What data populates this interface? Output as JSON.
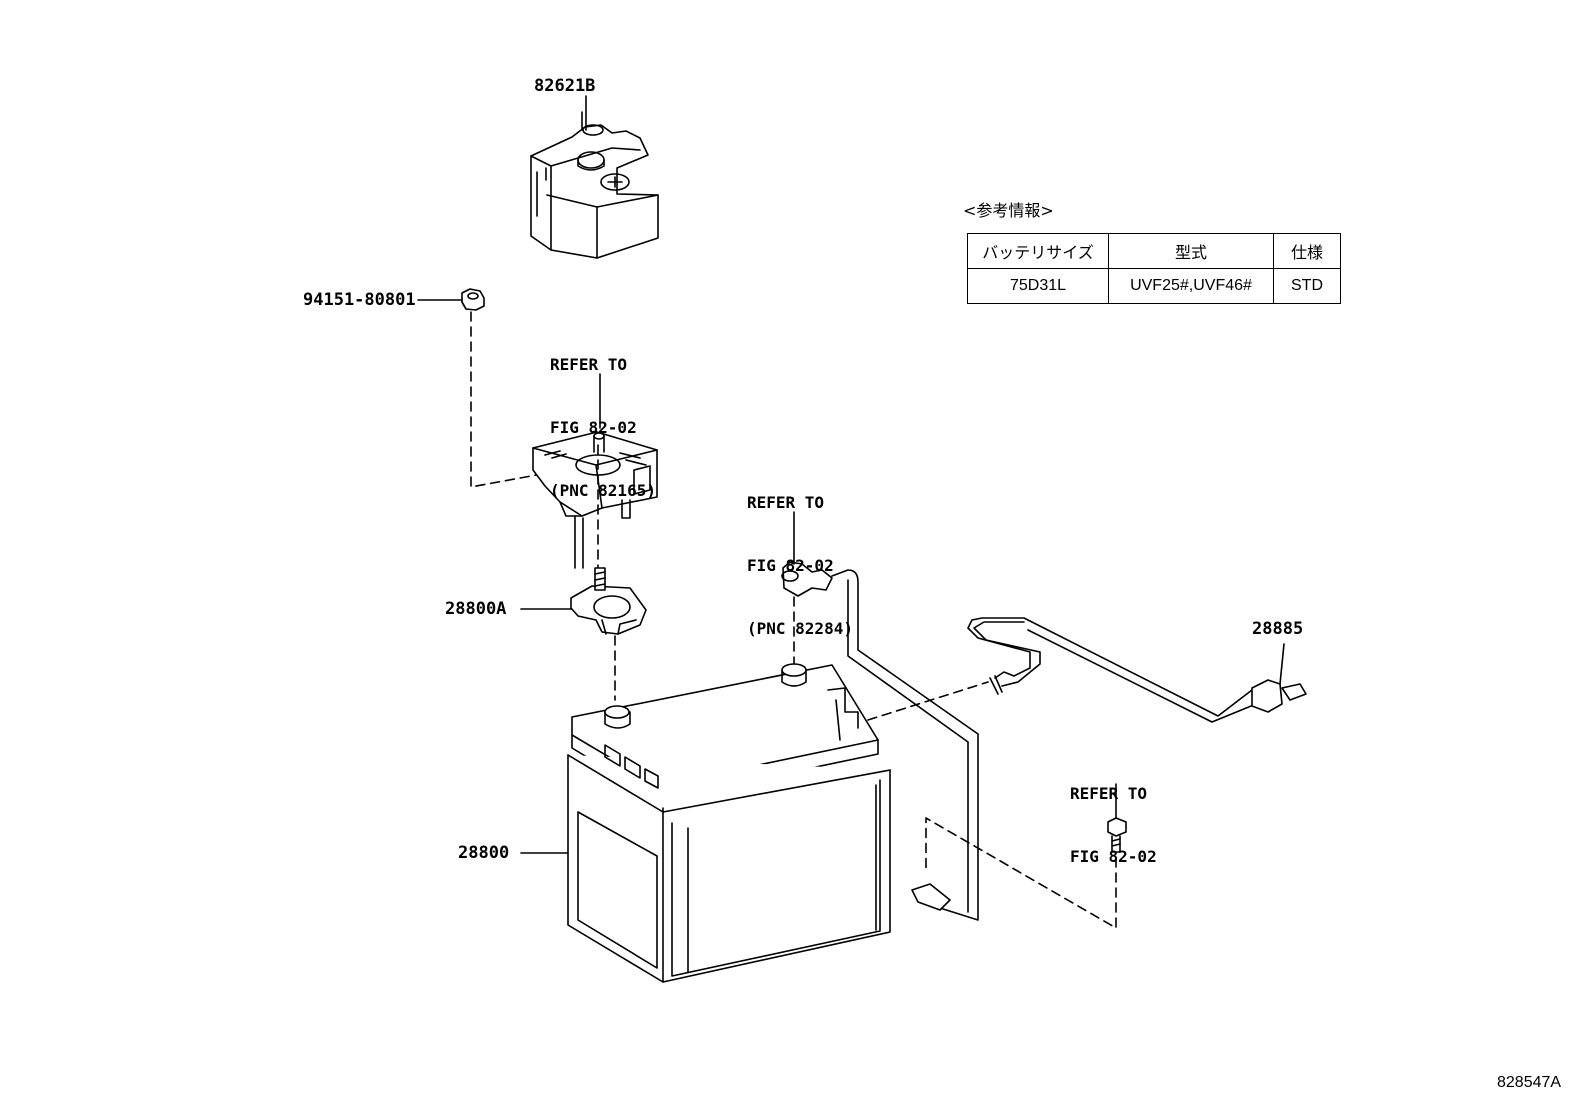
{
  "parts": {
    "battery_cover": "82621B",
    "nut": "94151-80801",
    "terminal_clamp": "28800A",
    "battery": "28800",
    "vent_hose": "28885"
  },
  "references": {
    "fusible_link": [
      "REFER TO",
      "FIG 82-02",
      "(PNC 82165)"
    ],
    "cable": [
      "REFER TO",
      "FIG 82-02",
      "(PNC 82284)"
    ],
    "bolt": [
      "REFER TO",
      "FIG 82-02"
    ]
  },
  "reference_info": {
    "heading": "<参考情報>",
    "headers": [
      "バッテリサイズ",
      "型式",
      "仕様"
    ],
    "rows": [
      [
        "75D31L",
        "UVF25#,UVF46#",
        "STD"
      ]
    ]
  },
  "figure_number": "828547A"
}
